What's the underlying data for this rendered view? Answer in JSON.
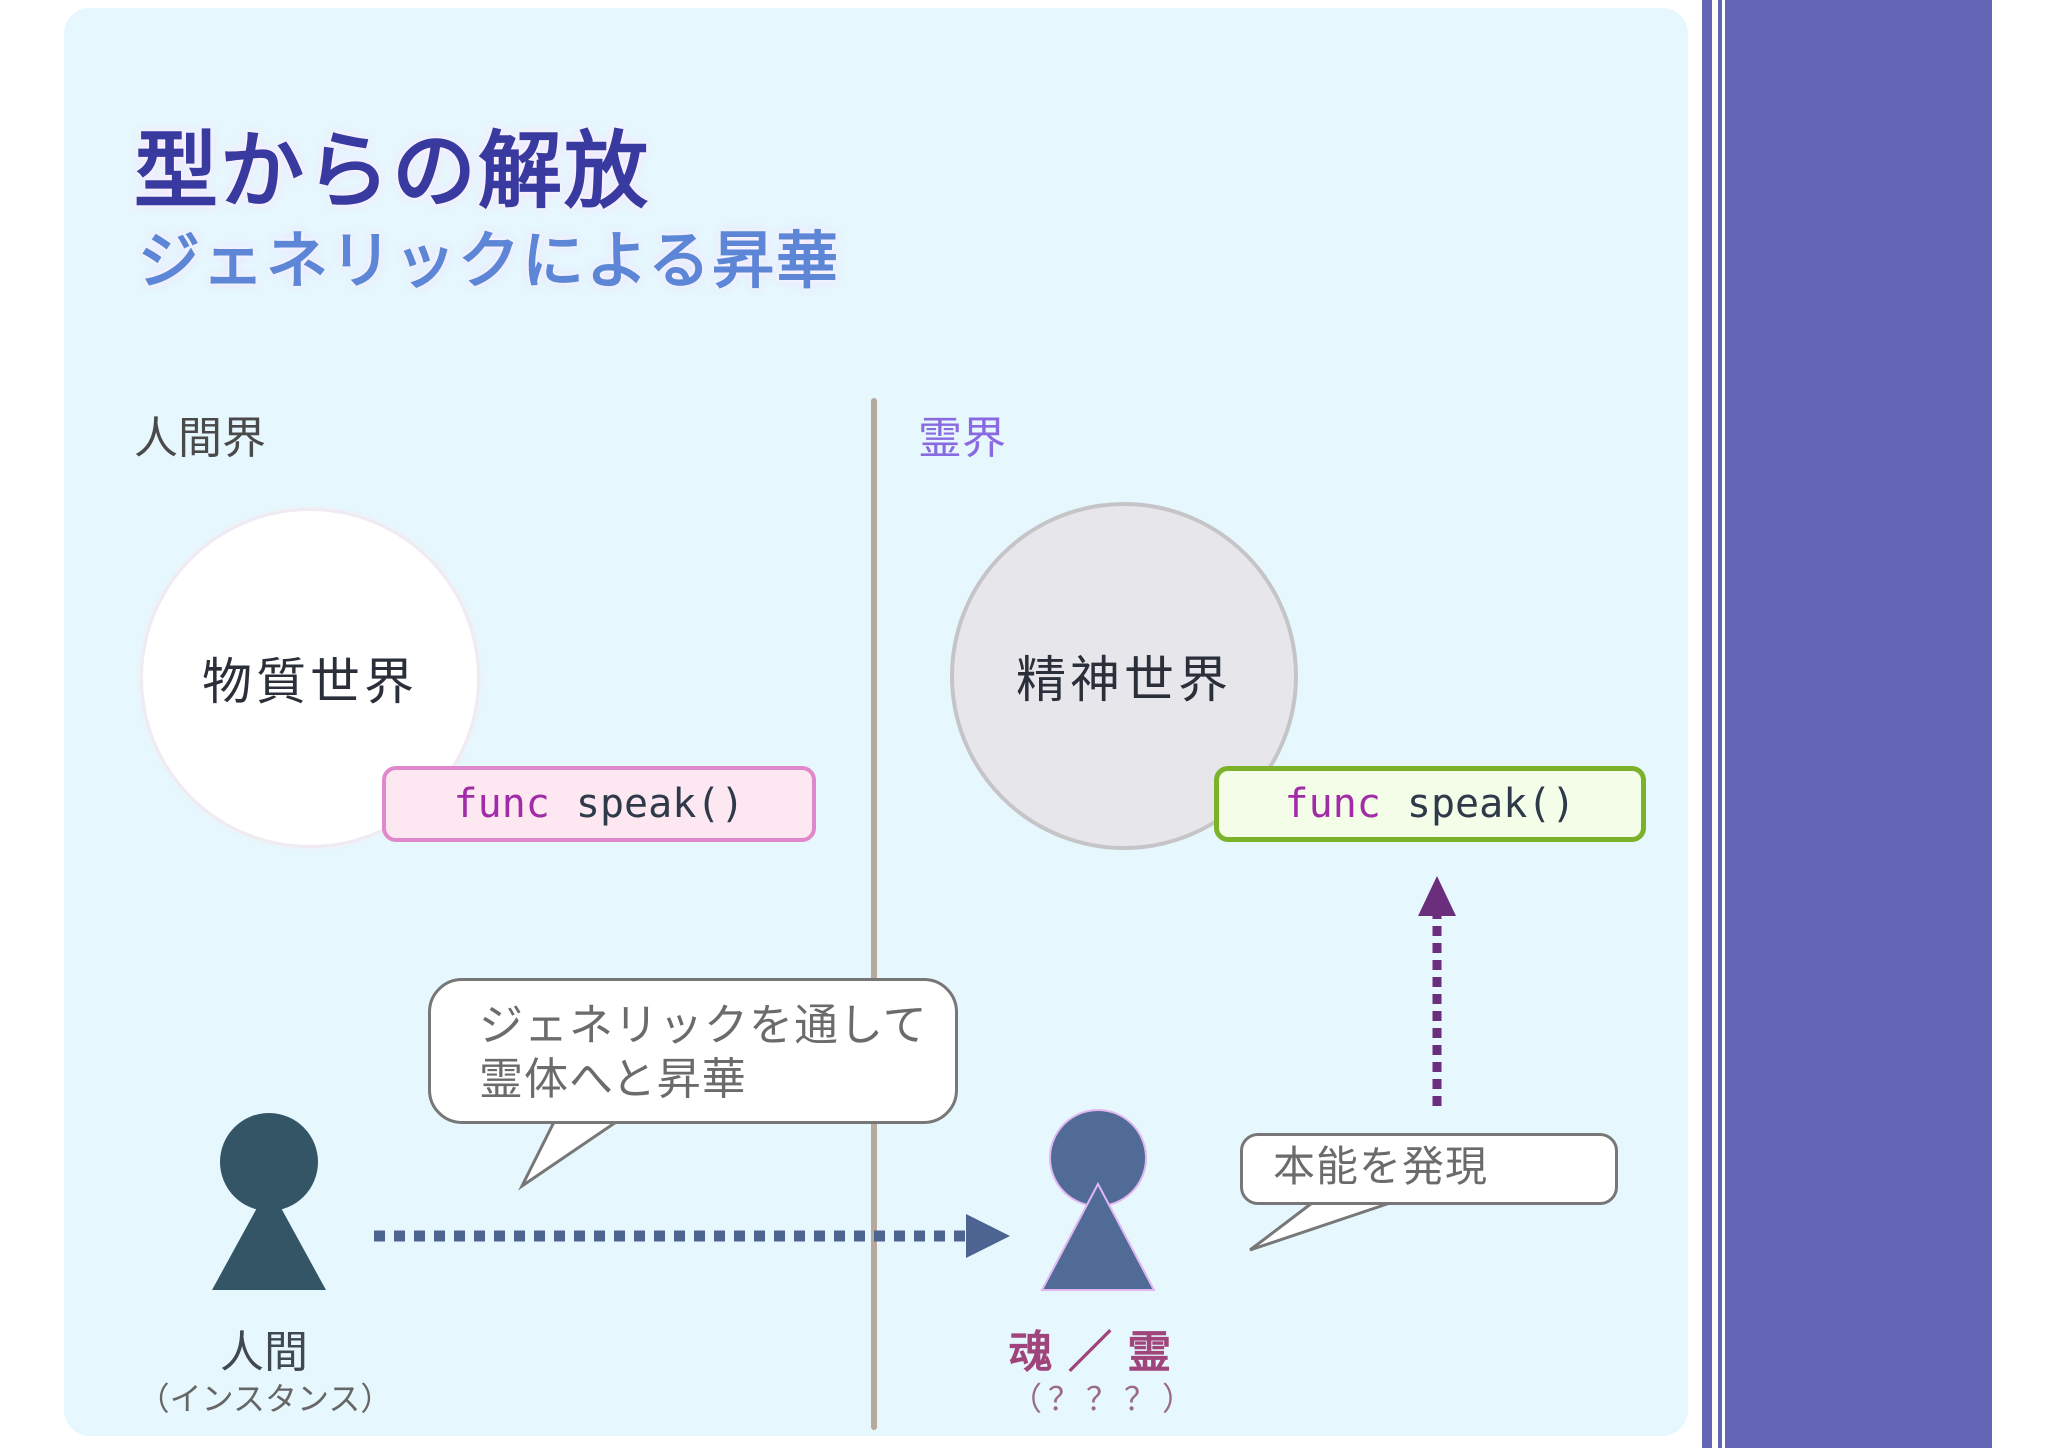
{
  "header": {
    "title": "型からの解放",
    "subtitle": "ジェネリックによる昇華"
  },
  "realms": {
    "human_label": "人間界",
    "spirit_label": "霊界"
  },
  "worlds": {
    "physical": "物質世界",
    "spiritual": "精神世界"
  },
  "code": {
    "physical": {
      "keyword": "func",
      "name": "speak()"
    },
    "spiritual": {
      "keyword": "func",
      "name": "speak()"
    }
  },
  "bubbles": {
    "sublimate_line1": "ジェネリックを通して",
    "sublimate_line2": "霊体へと昇華",
    "instinct": "本能を発現"
  },
  "figures": {
    "human": {
      "label": "人間",
      "sub": "（インスタンス）"
    },
    "spirit": {
      "label": "魂 ／ 霊",
      "sub": "（？？？）"
    }
  },
  "colors": {
    "panel_bg": "#e6f7fd",
    "sidebar": "#6366b4",
    "title": "#383aa0",
    "subtitle": "#5d86d6",
    "human_figure": "#335566",
    "spirit_figure": "#4f6b96",
    "arrow_horizontal": "#4d6490",
    "arrow_vertical": "#6a2e7c",
    "code_physical_border": "#e187cc",
    "code_spiritual_border": "#7bb22a"
  }
}
